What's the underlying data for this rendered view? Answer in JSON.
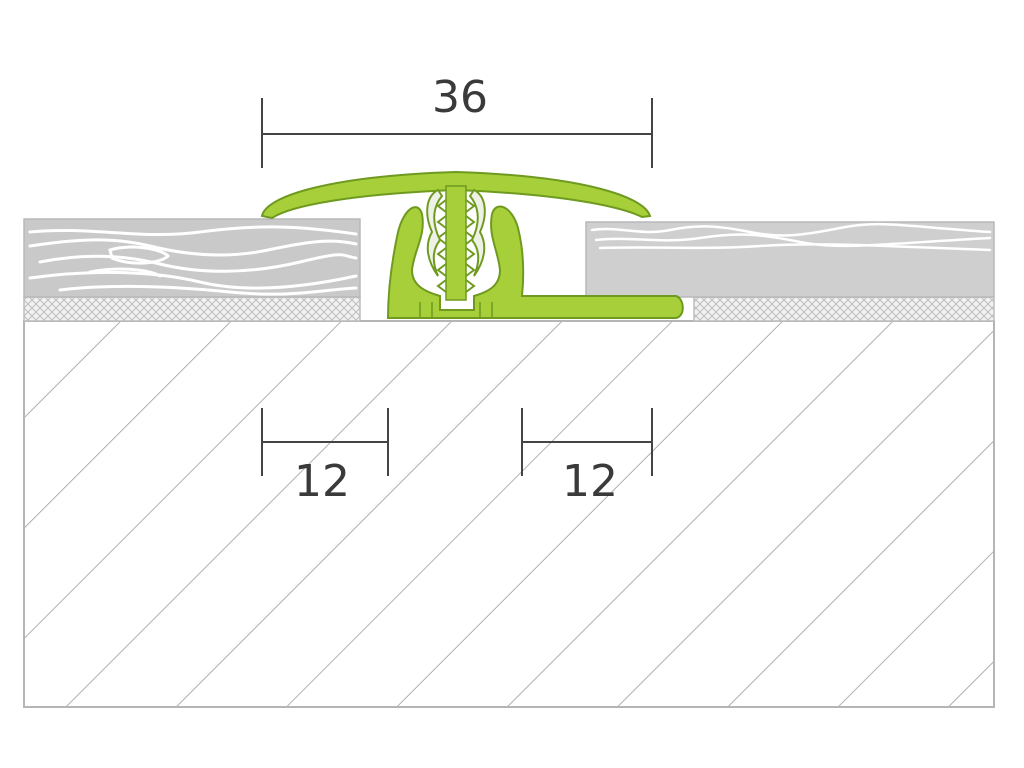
{
  "diagram": {
    "dimensions": {
      "profile_width": "36",
      "left_insert": "12",
      "right_insert": "12"
    },
    "colors": {
      "profile": "#a6cf3a",
      "profile_outline": "#6f9a1f",
      "floor_gray": "#c9c9c9",
      "wood_grain": "#ffffff",
      "concrete_hatch": "#b0b0b0",
      "dimension_lines": "#444444"
    }
  }
}
